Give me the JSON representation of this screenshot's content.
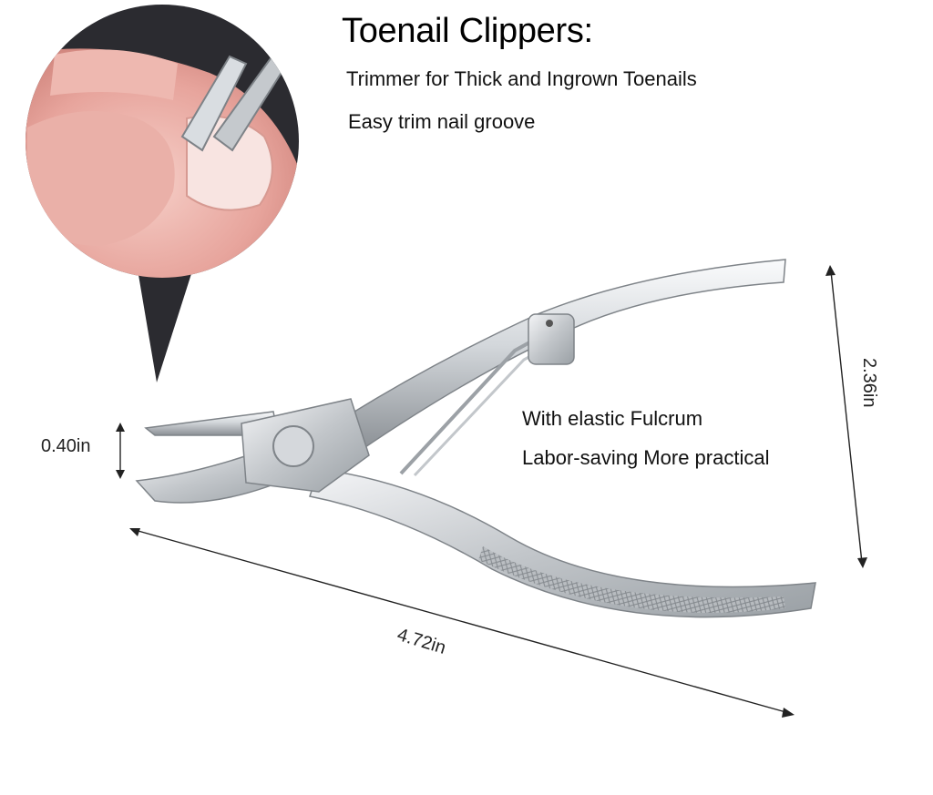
{
  "title": "Toenail Clippers:",
  "features": {
    "line1": "Trimmer for Thick and Ingrown Toenails",
    "line2": "Easy trim nail groove",
    "line3": "With elastic Fulcrum",
    "line4": "Labor-saving More practical"
  },
  "dimensions": {
    "tip_opening": "0.40in",
    "length": "4.72in",
    "height": "2.36in"
  },
  "colors": {
    "steel_light": "#eef0f2",
    "steel_mid": "#c4c8cc",
    "steel_dark": "#8a8f94",
    "skin": "#e9a6a0",
    "fabric": "#2b2b30"
  }
}
